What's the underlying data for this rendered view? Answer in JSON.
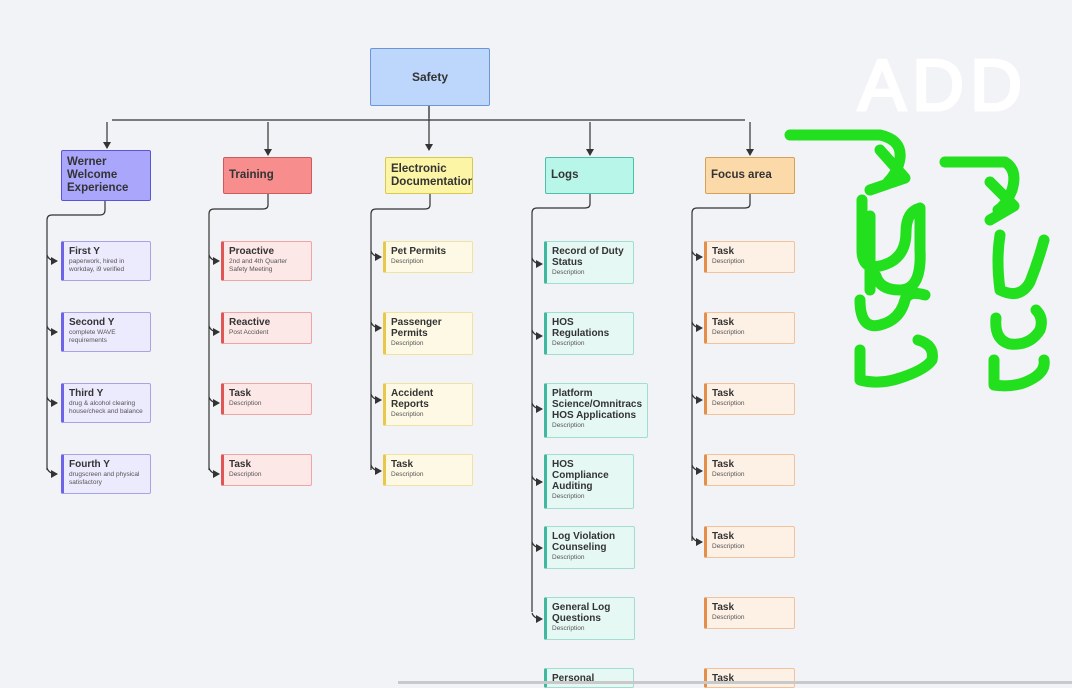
{
  "root": {
    "label": "Safety"
  },
  "columns": [
    {
      "heading": "Werner Welcome Experience",
      "items": [
        {
          "title": "First Y",
          "desc": "paperwork, hired in workday, i9 verified"
        },
        {
          "title": "Second Y",
          "desc": "complete WAVE requirements"
        },
        {
          "title": "Third Y",
          "desc": "drug & alcohol clearing house/check and balance"
        },
        {
          "title": "Fourth Y",
          "desc": "drugscreen and physical satisfactory"
        }
      ]
    },
    {
      "heading": "Training",
      "items": [
        {
          "title": "Proactive",
          "desc": "2nd and 4th Quarter Safety Meeting"
        },
        {
          "title": "Reactive",
          "desc": "Post Accident"
        },
        {
          "title": "Task",
          "desc": "Description"
        },
        {
          "title": "Task",
          "desc": "Description"
        }
      ]
    },
    {
      "heading": "Electronic Documentation",
      "items": [
        {
          "title": "Pet Permits",
          "desc": "Description"
        },
        {
          "title": "Passenger Permits",
          "desc": "Description"
        },
        {
          "title": "Accident Reports",
          "desc": "Description"
        },
        {
          "title": "Task",
          "desc": "Description"
        }
      ]
    },
    {
      "heading": "Logs",
      "items": [
        {
          "title": "Record of Duty Status",
          "desc": "Description"
        },
        {
          "title": "HOS Regulations",
          "desc": "Description"
        },
        {
          "title": "Platform Science/Omnitracs HOS Applications",
          "desc": "Description"
        },
        {
          "title": "HOS Compliance Auditing",
          "desc": "Description"
        },
        {
          "title": "Log Violation Counseling",
          "desc": "Description"
        },
        {
          "title": "General Log Questions",
          "desc": "Description"
        },
        {
          "title": "Personal",
          "desc": ""
        }
      ]
    },
    {
      "heading": "Focus area",
      "items": [
        {
          "title": "Task",
          "desc": "Description"
        },
        {
          "title": "Task",
          "desc": "Description"
        },
        {
          "title": "Task",
          "desc": "Description"
        },
        {
          "title": "Task",
          "desc": "Description"
        },
        {
          "title": "Task",
          "desc": "Description"
        },
        {
          "title": "Task",
          "desc": "Description"
        },
        {
          "title": "Task",
          "desc": ""
        }
      ]
    }
  ],
  "annotation": {
    "text": "ADD",
    "ink_color": "#22e01e",
    "text_color": "#ffffff"
  },
  "colors": {
    "connector": "#333333"
  }
}
